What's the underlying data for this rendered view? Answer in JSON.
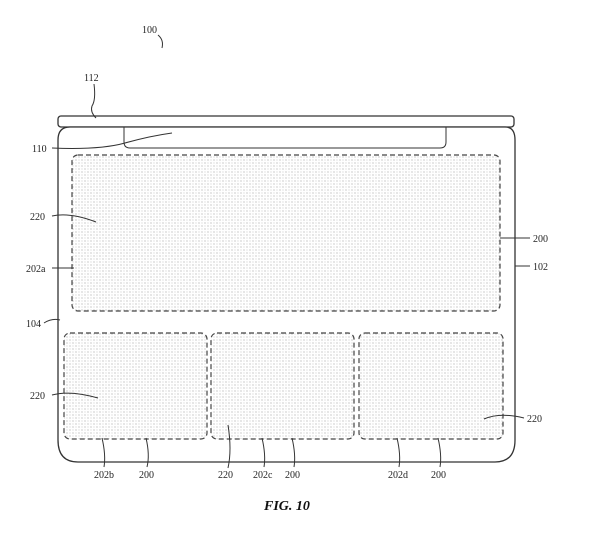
{
  "labels": {
    "l100": "100",
    "l112": "112",
    "l110": "110",
    "l220_top": "220",
    "l202a": "202a",
    "l104": "104",
    "l200_right": "200",
    "l102": "102",
    "l220_left": "220",
    "l220_right": "220",
    "l202b": "202b",
    "l200_b1": "200",
    "l220_bottom": "220",
    "l202c": "202c",
    "l200_b2": "200",
    "l202d": "202d",
    "l200_b3": "200"
  },
  "caption": "FIG. 10"
}
